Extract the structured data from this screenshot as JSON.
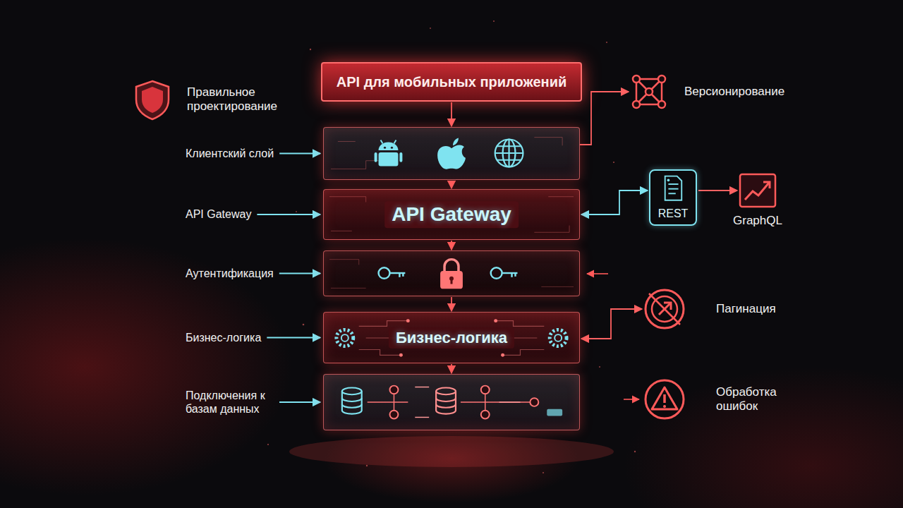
{
  "diagram": {
    "nodes": [
      {
        "text": [
          "Правильное проектирование"
        ]
      },
      {
        "text": [
          "API для мобильных приложений"
        ]
      },
      {
        "text": [
          "Версионирование"
        ]
      },
      {
        "text": [
          "Клиентский слой"
        ]
      },
      {
        "text": [
          "API Gateway",
          "API Gateway"
        ]
      },
      {
        "text": [
          "REST"
        ]
      },
      {
        "text": [
          "GraphQL"
        ]
      },
      {
        "text": [
          "Аутентификация"
        ]
      },
      {
        "text": [
          "Пагинация"
        ]
      },
      {
        "text": [
          "Бизнес-логика",
          "Бизнес-логика"
        ]
      },
      {
        "text": [
          "Обработка ошибок"
        ]
      },
      {
        "text": [
          "Подключения к базам данных"
        ]
      }
    ],
    "edges": [
      {
        "from": 1,
        "to": 3,
        "arrow": "to"
      },
      {
        "from": 3,
        "to": 4,
        "arrow": "to"
      },
      {
        "from": 4,
        "to": 7,
        "arrow": "to"
      },
      {
        "from": 7,
        "to": 9,
        "arrow": "to"
      },
      {
        "from": 9,
        "to": 11,
        "arrow": "to"
      },
      {
        "from": 3,
        "to": 2,
        "arrow": "to"
      },
      {
        "from": 4,
        "to": 5,
        "arrow": "both"
      },
      {
        "from": 5,
        "to": 6,
        "arrow": "to"
      },
      {
        "from": 9,
        "to": 8,
        "arrow": "both"
      }
    ]
  }
}
